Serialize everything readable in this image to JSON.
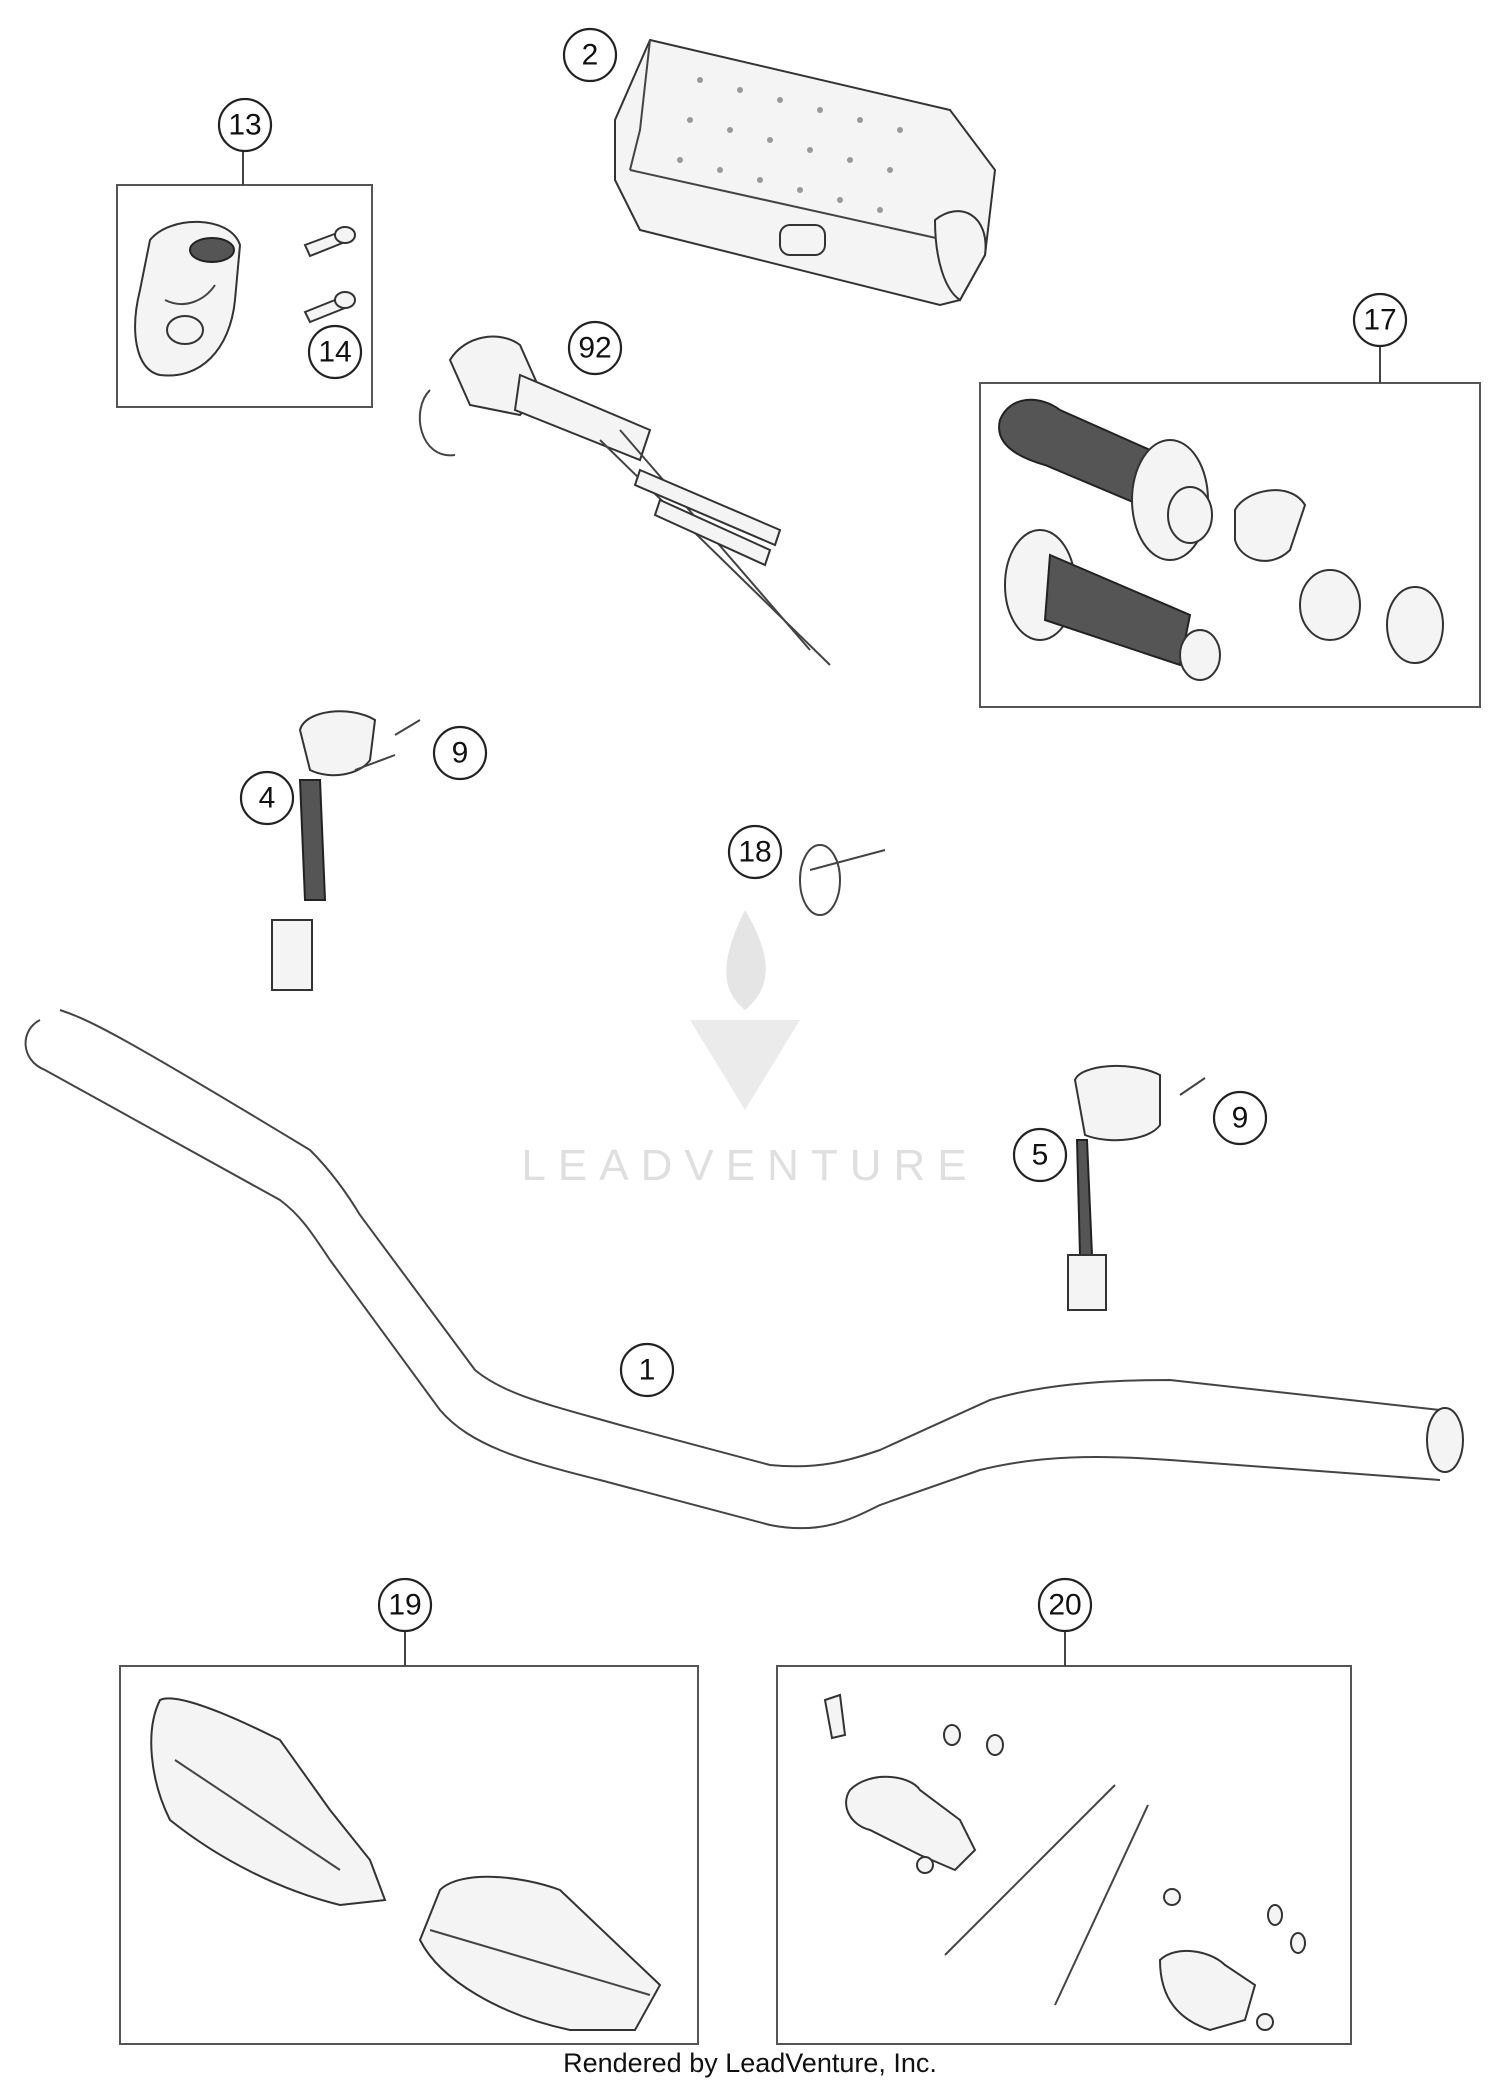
{
  "watermark": {
    "text": "LEADVENTURE"
  },
  "callouts": [
    {
      "id": "c2",
      "label": "2"
    },
    {
      "id": "c13",
      "label": "13"
    },
    {
      "id": "c14",
      "label": "14"
    },
    {
      "id": "c17",
      "label": "17"
    },
    {
      "id": "c92",
      "label": "92"
    },
    {
      "id": "c4",
      "label": "4"
    },
    {
      "id": "c9a",
      "label": "9"
    },
    {
      "id": "c18",
      "label": "18"
    },
    {
      "id": "c5",
      "label": "5"
    },
    {
      "id": "c9b",
      "label": "9"
    },
    {
      "id": "c1",
      "label": "1"
    },
    {
      "id": "c19",
      "label": "19"
    },
    {
      "id": "c20",
      "label": "20"
    }
  ],
  "footer": {
    "text": "Rendered by LeadVenture, Inc."
  }
}
